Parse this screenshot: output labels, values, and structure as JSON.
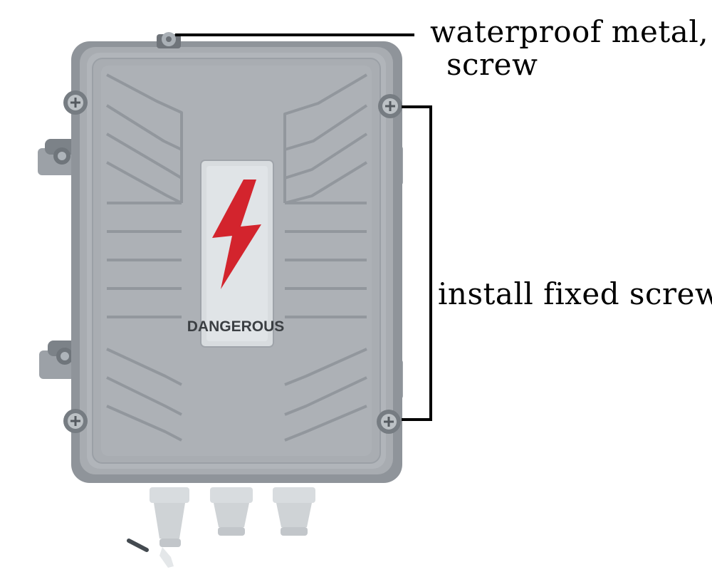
{
  "annotations": {
    "top_label_line1": "waterproof metal,",
    "top_label_line2": "screw",
    "right_label": "install fixed screw"
  },
  "device": {
    "danger_label": "DANGEROUS"
  },
  "colors": {
    "enclosure": "#a8acb1",
    "enclosure_shadow": "#8f949a",
    "enclosure_highlight": "#c2c6ca",
    "warning_bolt": "#d3242d"
  }
}
